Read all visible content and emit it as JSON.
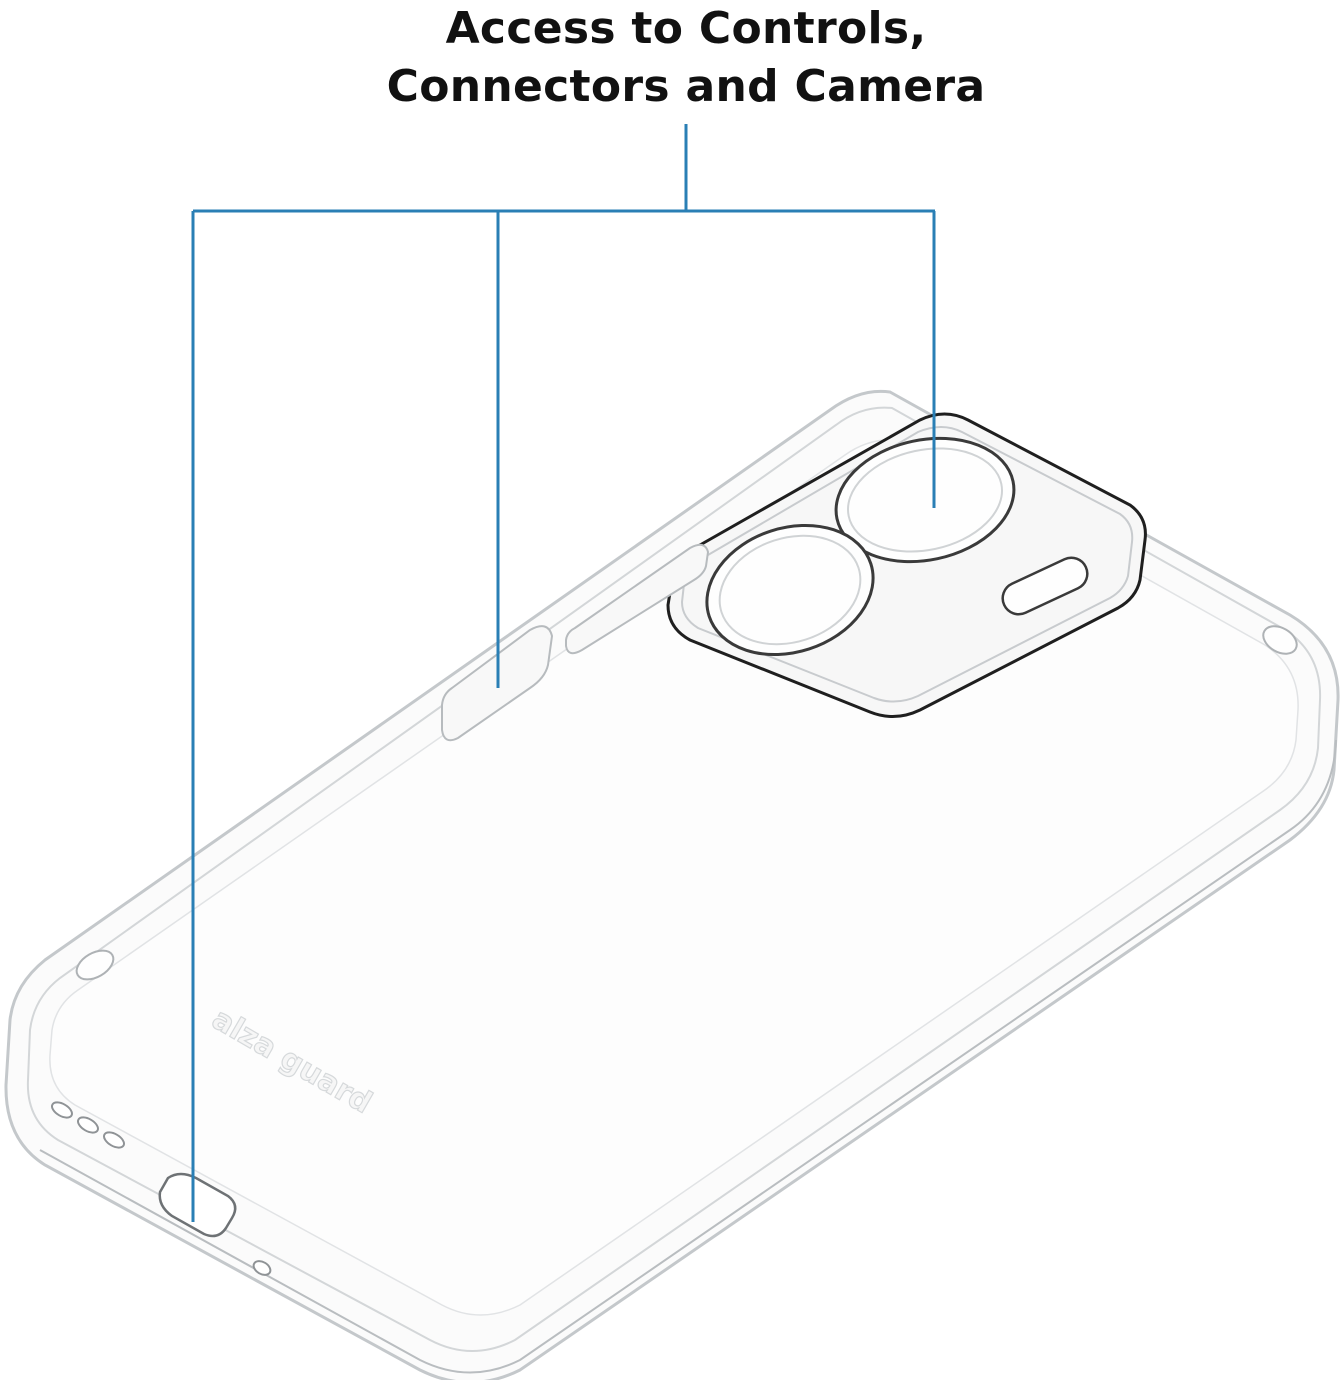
{
  "headline": {
    "line1": "Access to Controls,",
    "line2": "Connectors and Camera"
  },
  "colors": {
    "callout": "#2a7fb5",
    "case_outline": "#bfc3c6",
    "camera_ring": "#1f1f1f",
    "background": "#ffffff"
  },
  "logo_text": "alza guard"
}
